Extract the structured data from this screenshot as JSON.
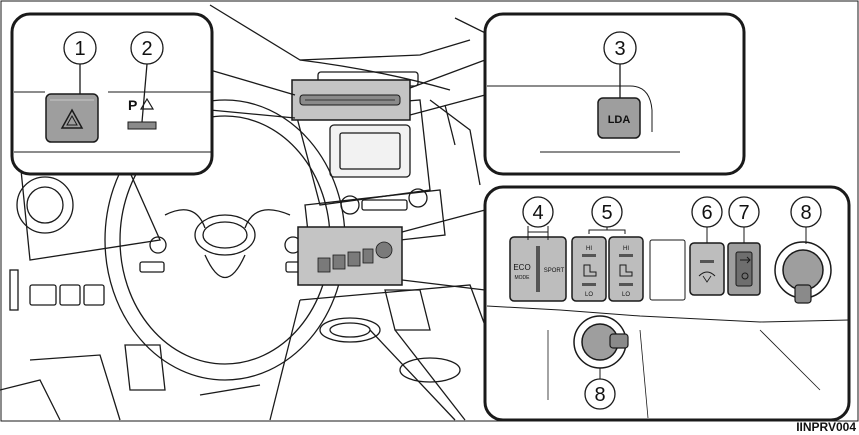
{
  "image_code": "IINPRV004",
  "callouts": {
    "c1": "1",
    "c2": "2",
    "c3": "3",
    "c4": "4",
    "c5": "5",
    "c6": "6",
    "c7": "7",
    "c8a": "8",
    "c8b": "8"
  },
  "switches": {
    "parking_label": "P",
    "lda_label": "LDA",
    "eco_label": "ECO",
    "eco_sub": "MODE",
    "sport_label": "SPORT",
    "hi": "HI",
    "lo": "LO"
  },
  "colors": {
    "panel_gray": "#bdbdbd",
    "button_gray": "#9e9e9e",
    "line": "#1a1a1a"
  }
}
